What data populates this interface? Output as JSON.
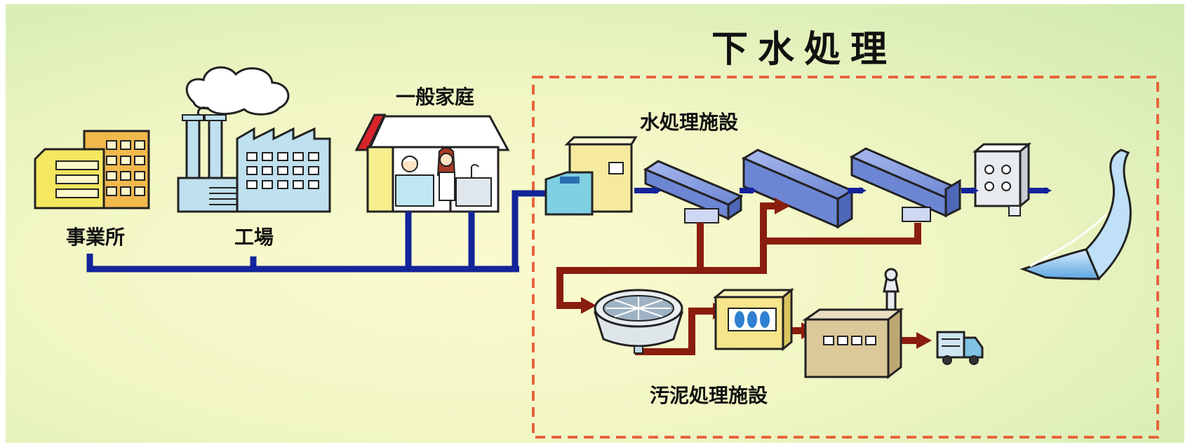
{
  "title": "下水処理",
  "labels": {
    "office": "事業所",
    "factory": "工場",
    "household": "一般家庭",
    "water_facility": "水処理施設",
    "sludge_facility": "汚泥処理施設"
  },
  "colors": {
    "water_pipe": "#13249a",
    "sludge_pipe": "#8a1d0e",
    "boundary": "#e8643c",
    "building_yellow": "#f5e760",
    "building_orange": "#f1b84c",
    "tank_blue": "#7a93d8",
    "river": "#6fb2e6"
  },
  "icons": [
    "office-building-icon",
    "factory-icon",
    "house-icon",
    "pump-station-icon",
    "treatment-tank-icon",
    "disinfection-unit-icon",
    "river-icon",
    "sludge-thickener-icon",
    "sludge-dewatering-icon",
    "incinerator-icon",
    "truck-icon"
  ]
}
